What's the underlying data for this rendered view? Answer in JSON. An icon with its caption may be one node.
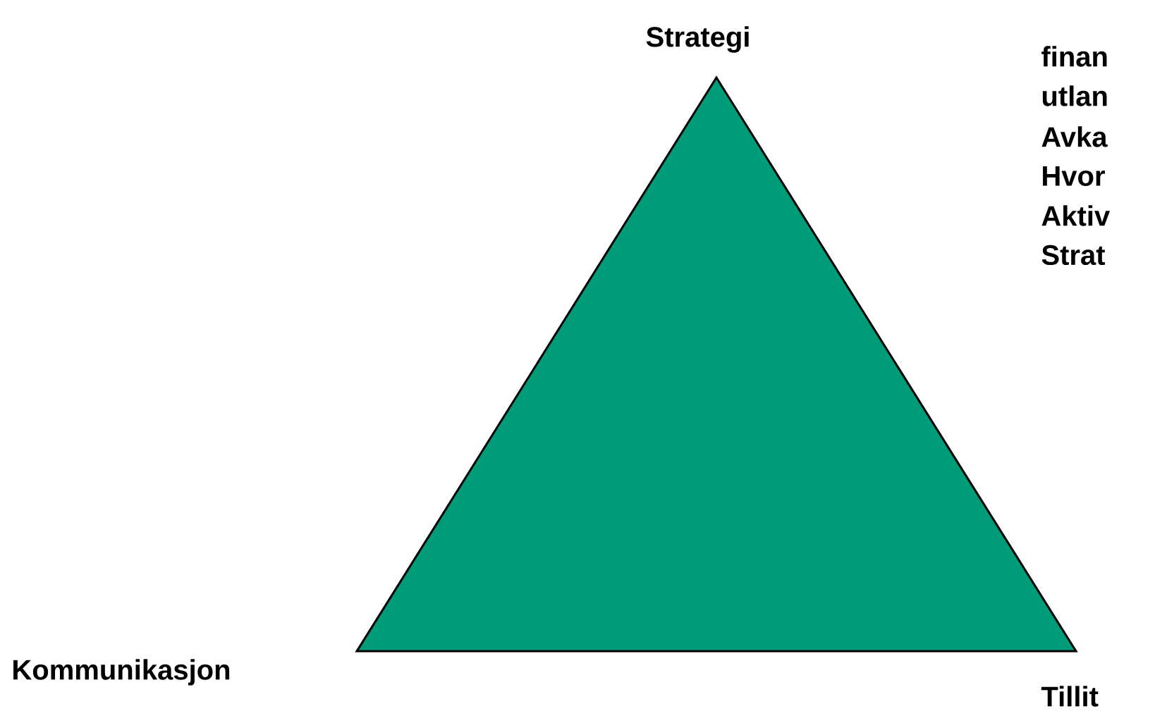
{
  "diagram": {
    "nodes": [
      {
        "text": [],
        "shape": "triangle"
      }
    ],
    "labels": [
      "Strategi",
      "finan",
      "utlan",
      "Avka",
      "Hvor",
      "Aktiv",
      "Strat",
      "Kommunikasjon",
      "Tillit"
    ]
  }
}
